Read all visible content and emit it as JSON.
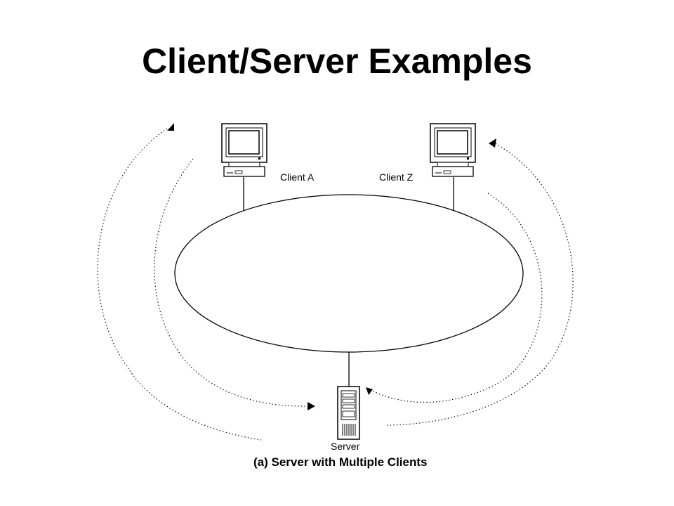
{
  "slide": {
    "title": "Client/Server Examples"
  },
  "diagram": {
    "client_a_label": "Client A",
    "client_z_label": "Client Z",
    "server_label": "Server",
    "caption": "(a) Server with Multiple Clients"
  },
  "colors": {
    "line": "#000000",
    "background": "#ffffff"
  },
  "icons": [
    "monitor-icon",
    "server-tower-icon",
    "arrowhead-icon"
  ]
}
